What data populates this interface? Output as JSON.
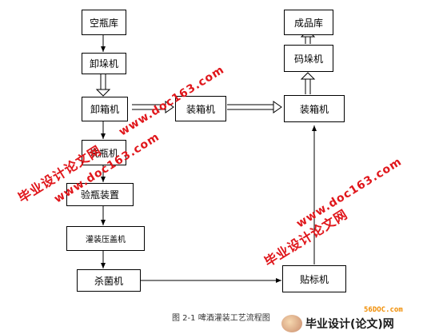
{
  "nodes": {
    "empty_bottle_store": "空瓶库",
    "unstack": "卸垛机",
    "uncase": "卸箱机",
    "bottle_wash": "洗瓶机",
    "bottle_inspect": "验瓶装置",
    "fill_cap": "灌装压盖机",
    "sterilize": "杀菌机",
    "label": "贴标机",
    "case_packer_mid": "装箱机",
    "case_packer_right": "装箱机",
    "stacker": "码垛机",
    "finished_store": "成品库"
  },
  "caption": "图 2-1  啤酒灌装工艺流程图",
  "watermarks": {
    "brand": "毕业设计论文网",
    "url": "www.doc163.com"
  },
  "footer": {
    "site": "56DOC.com",
    "logo_text": "毕业设计(论文)网",
    "logo_mark": "round-logo-icon"
  },
  "colors": {
    "watermark": "#e0161b",
    "line": "#000000"
  }
}
